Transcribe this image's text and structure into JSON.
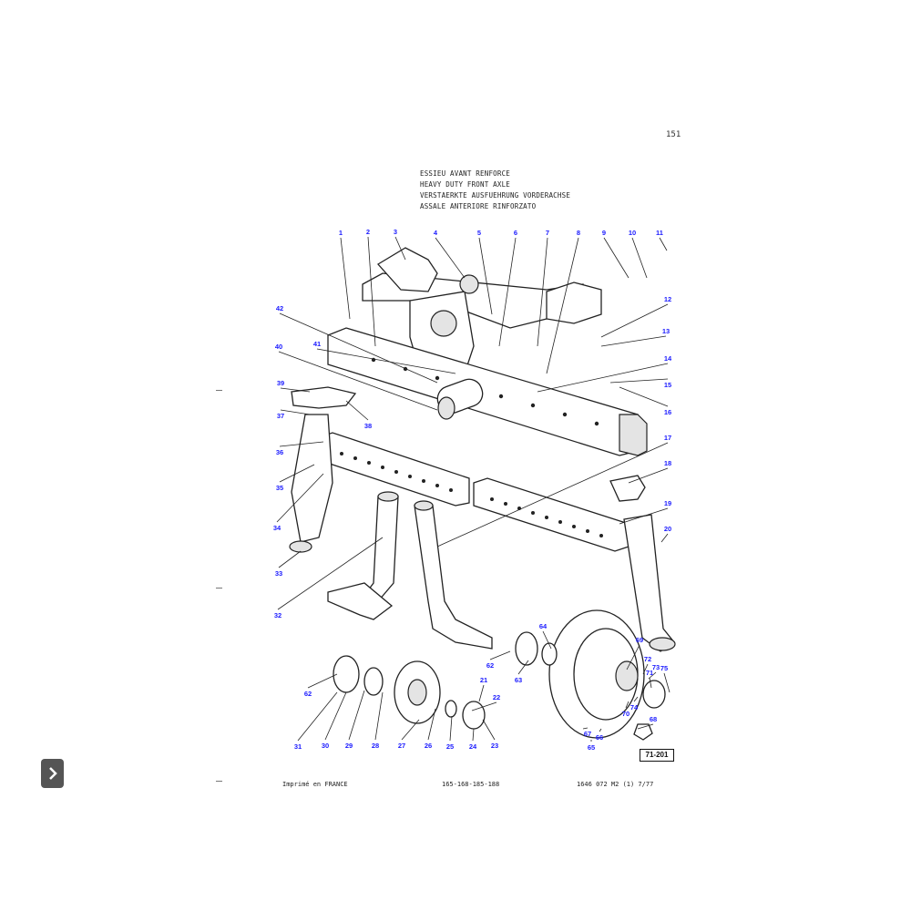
{
  "page_number": "151",
  "titles": [
    "ESSIEU AVANT RENFORCE",
    "HEAVY DUTY FRONT AXLE",
    "VERSTAERKTE AUSFUEHRUNG VORDERACHSE",
    "ASSALE ANTERIORE RINFORZATO"
  ],
  "part_labels": [
    "1",
    "2",
    "3",
    "4",
    "5",
    "6",
    "7",
    "8",
    "9",
    "10",
    "11",
    "12",
    "13",
    "14",
    "15",
    "16",
    "17",
    "18",
    "19",
    "20",
    "21",
    "22",
    "23",
    "24",
    "25",
    "26",
    "27",
    "28",
    "29",
    "30",
    "31",
    "32",
    "33",
    "34",
    "35",
    "36",
    "37",
    "38",
    "39",
    "40",
    "41",
    "42",
    "62",
    "62",
    "63",
    "64",
    "65",
    "66",
    "67",
    "68",
    "69",
    "70",
    "71",
    "72",
    "73",
    "74",
    "75"
  ],
  "figure_ref": "71-201",
  "footer": {
    "left": "Imprimé en FRANCE",
    "center": "165-168-185-188",
    "right": "1646 072 M2 (1) 7/77"
  },
  "nav": {
    "next_icon": "chevron-right-icon"
  }
}
